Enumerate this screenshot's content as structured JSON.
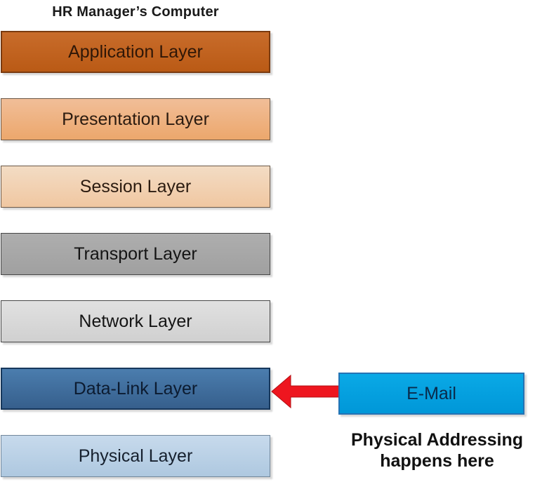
{
  "title": "HR Manager’s Computer",
  "layers": [
    {
      "id": "application",
      "label": "Application Layer",
      "fill_top": "#C86C2B",
      "fill_bottom": "#BA5A15",
      "border_color": "#7A3A0F",
      "border_width": 2,
      "text_color": "#2F1707"
    },
    {
      "id": "presentation",
      "label": "Presentation Layer",
      "fill_top": "#F1BE98",
      "fill_bottom": "#ECA76C",
      "border_color": "#6B5847",
      "border_width": 1.5,
      "text_color": "#2B1B10"
    },
    {
      "id": "session",
      "label": "Session Layer",
      "fill_top": "#F3DCC4",
      "fill_bottom": "#F0C7A1",
      "border_color": "#6B5847",
      "border_width": 1.5,
      "text_color": "#2B1B10"
    },
    {
      "id": "transport",
      "label": "Transport Layer",
      "fill_top": "#AEAEAE",
      "fill_bottom": "#A0A0A0",
      "border_color": "#474747",
      "border_width": 1.5,
      "text_color": "#141414"
    },
    {
      "id": "network",
      "label": "Network Layer",
      "fill_top": "#E1E1E1",
      "fill_bottom": "#D0D0D0",
      "border_color": "#474747",
      "border_width": 1.5,
      "text_color": "#141414"
    },
    {
      "id": "data-link",
      "label": "Data-Link Layer",
      "fill_top": "#4B7DAE",
      "fill_bottom": "#365F8C",
      "border_color": "#16375B",
      "border_width": 2,
      "text_color": "#0C1B30"
    },
    {
      "id": "physical",
      "label": "Physical Layer",
      "fill_top": "#C7DAEC",
      "fill_bottom": "#AEC8E0",
      "border_color": "#72879B",
      "border_width": 1.5,
      "text_color": "#16202E"
    }
  ],
  "email_box": {
    "label": "E-Mail",
    "fill_top": "#0AA9E6",
    "fill_bottom": "#0097D8",
    "border_color": "#2573B4",
    "text_color": "#0A2A4A"
  },
  "arrow": {
    "direction": "left",
    "fill": "#EE161F",
    "stroke": "#B30D12"
  },
  "annotation": {
    "line1": "Physical Addressing",
    "line2": "happens here"
  }
}
